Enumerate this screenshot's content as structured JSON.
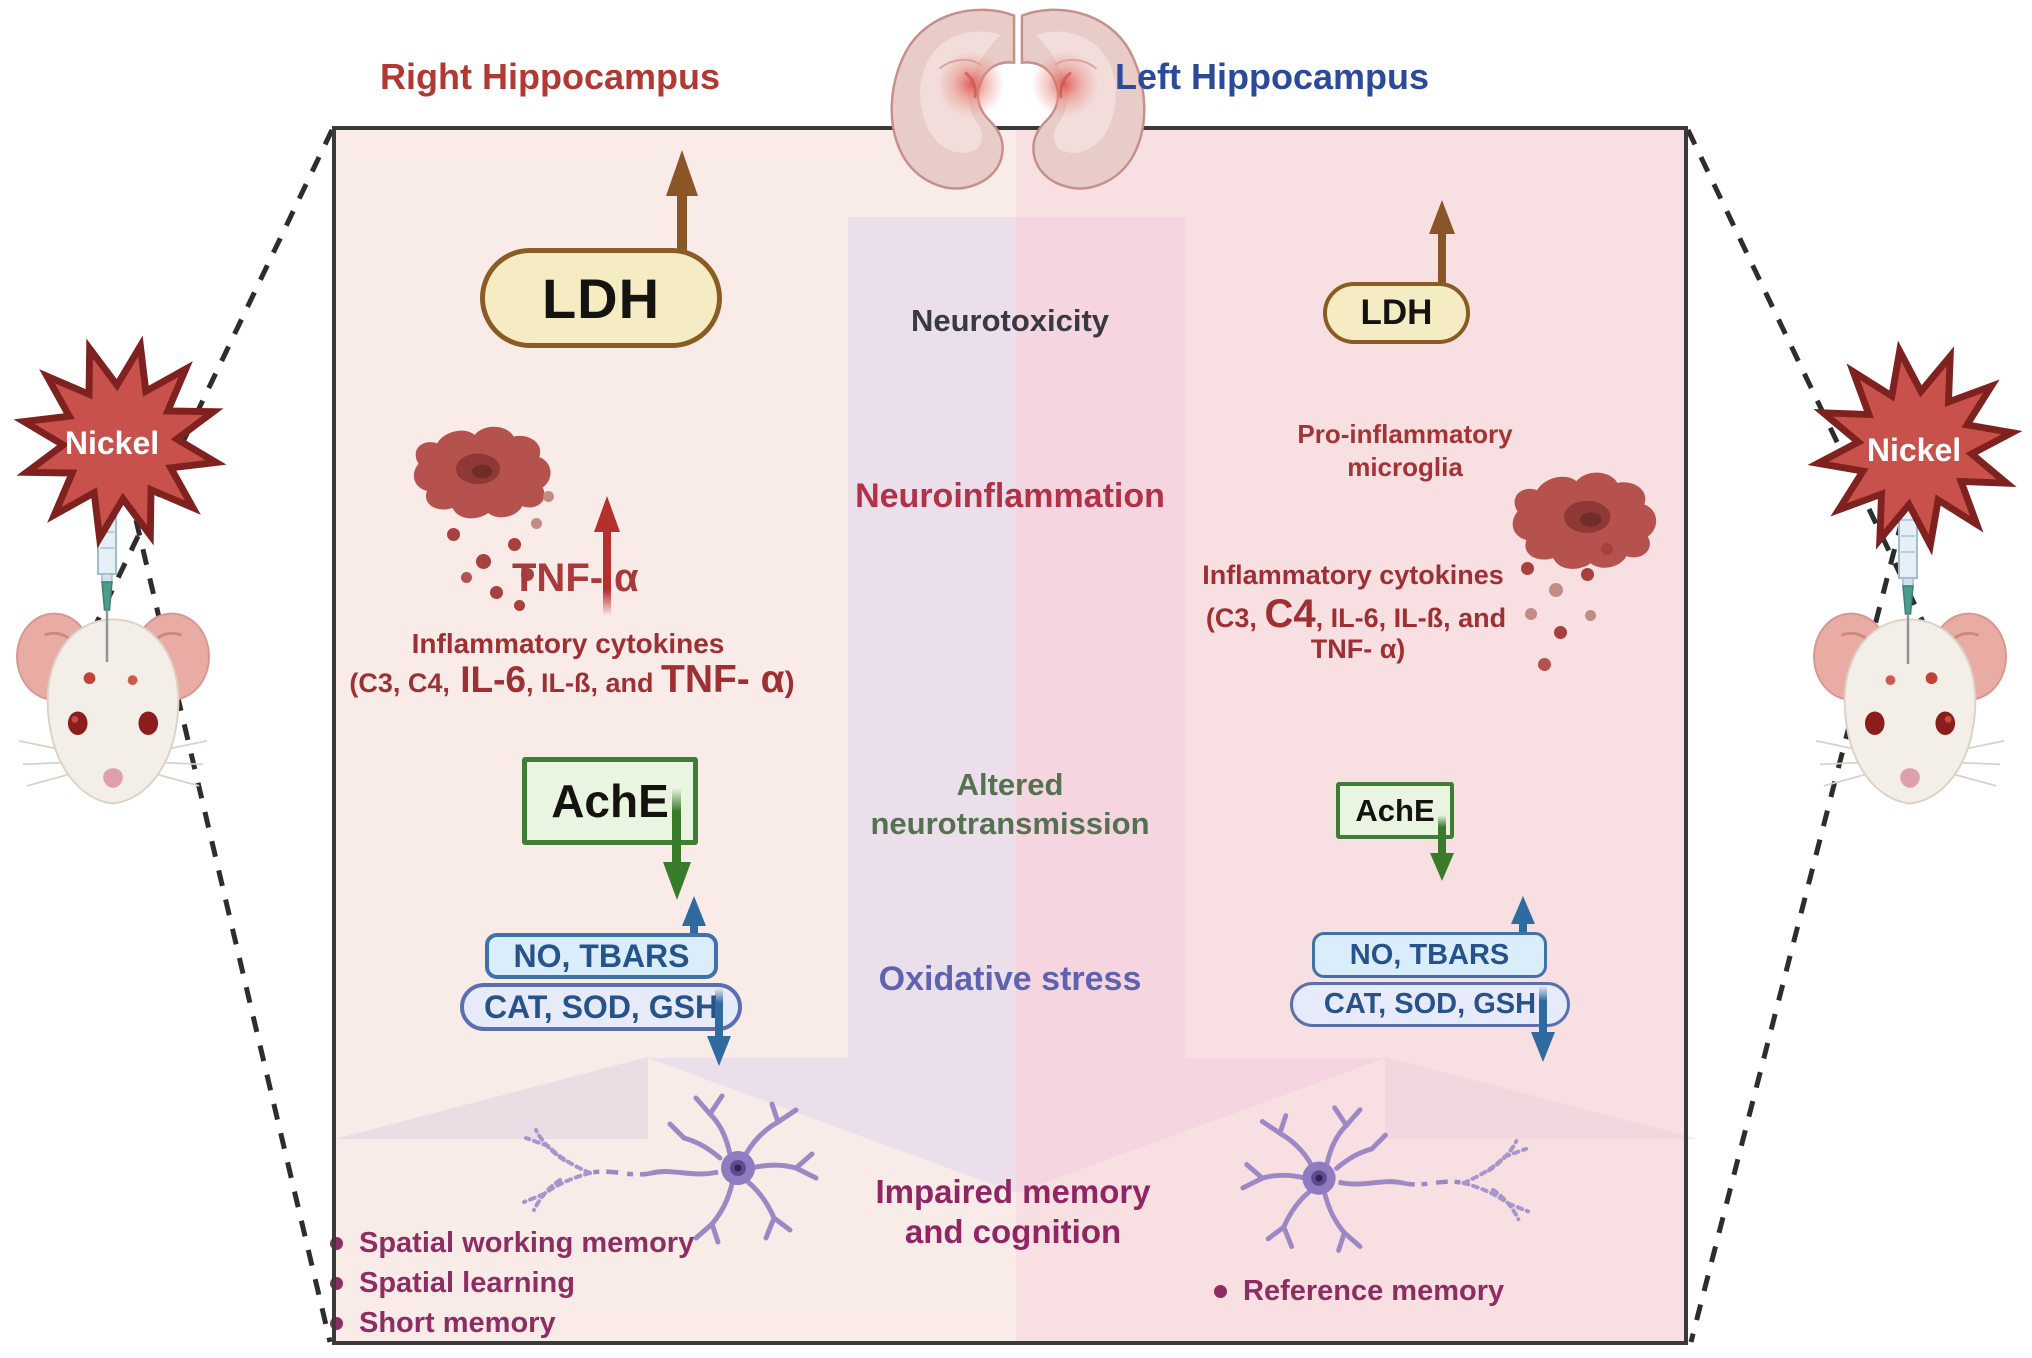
{
  "titles": {
    "right": "Right Hippocampus",
    "left": "Left Hippocampus"
  },
  "nickel_label": "Nickel",
  "center_cascade": {
    "neurotoxicity": "Neurotoxicity",
    "neuroinflammation": "Neuroinflammation",
    "altered_line1": "Altered",
    "altered_line2": "neurotransmission",
    "oxidative_stress": "Oxidative stress",
    "impaired_line1": "Impaired memory",
    "impaired_line2": "and cognition"
  },
  "right_hippocampus_panel": {
    "ldh": "LDH",
    "tnf_prefix": "TNF-",
    "tnf_alpha": "α",
    "cytokines_title": "Inflammatory cytokines",
    "cytokines_seg1": "(C3, C4,",
    "cytokines_seg2": " IL-6",
    "cytokines_seg3": ", IL-ß, and ",
    "cytokines_seg4": "TNF- α",
    "cytokines_seg5": ")",
    "ache": "AchE",
    "no_tbars": "NO, TBARS",
    "cat_sod_gsh": "CAT, SOD, GSH",
    "bullets": [
      "Spatial  working memory",
      "Spatial learning",
      "Short memory"
    ]
  },
  "left_hippocampus_panel": {
    "ldh": "LDH",
    "microglia_line1": "Pro-inflammatory",
    "microglia_line2": "microglia",
    "cytokines_title": "Inflammatory cytokines",
    "cytokines_seg1": "(C3, ",
    "cytokines_seg2": "C4",
    "cytokines_seg3": ", IL-6, IL-ß, and",
    "cytokines_seg4": "TNF- α)",
    "ache": "AchE",
    "no_tbars": "NO, TBARS",
    "cat_sod_gsh": "CAT, SOD, GSH",
    "bullets": [
      "Reference memory"
    ]
  },
  "colors": {
    "panel_left_bg": "#f9ebe8",
    "panel_right_bg": "#f8dfe1",
    "title_red": "#b13833",
    "title_blue": "#2b4a9a",
    "neurotoxicity": "#393943",
    "neuroinflammation": "#b13147",
    "altered_neurotransmission": "#567150",
    "oxidative_stress": "#5d63ae",
    "impaired_memory": "#8f2663",
    "dark_red_text": "#a93a3b",
    "magenta_bullets": "#8e2d62",
    "ldh_fill": "#f6ecc4",
    "ldh_border": "#8a5c24",
    "ache_border": "#3f7d35",
    "blue_box_border": "#3f72aa",
    "nickel_star": "#c8514b"
  }
}
